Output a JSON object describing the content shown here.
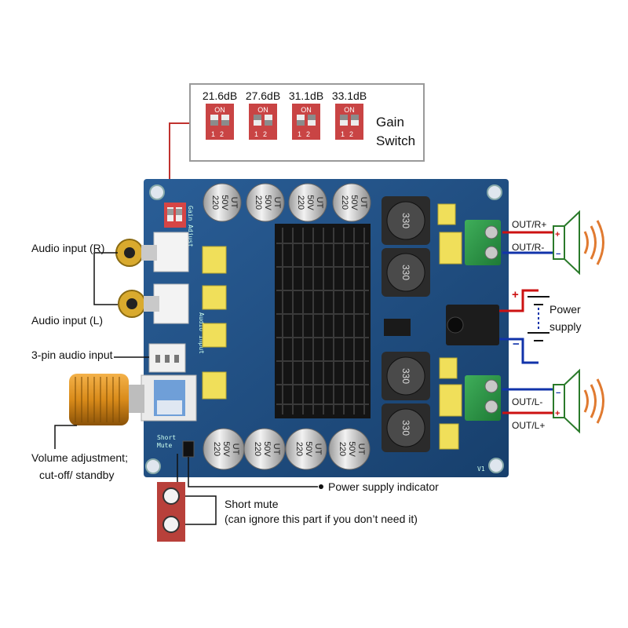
{
  "gain_switch": {
    "title_line1": "Gain",
    "title_line2": "Switch",
    "settings": [
      {
        "label": "21.6dB",
        "on": "ON",
        "nums": "12",
        "sw1_up": false,
        "sw2_up": false
      },
      {
        "label": "27.6dB",
        "on": "ON",
        "nums": "12",
        "sw1_up": true,
        "sw2_up": false
      },
      {
        "label": "31.1dB",
        "on": "ON",
        "nums": "12",
        "sw1_up": false,
        "sw2_up": true
      },
      {
        "label": "33.1dB",
        "on": "ON",
        "nums": "12",
        "sw1_up": true,
        "sw2_up": true
      }
    ]
  },
  "labels": {
    "audio_input_r": "Audio input (R)",
    "audio_input_l": "Audio input (L)",
    "three_pin": "3-pin audio input",
    "volume_line1": "Volume adjustment;",
    "volume_line2": "cut-off/ standby",
    "power_indicator": "Power supply indicator",
    "short_mute_line1": "Short mute",
    "short_mute_line2": "(can ignore this part if you don’t need it)",
    "power_supply_line1": "Power",
    "power_supply_line2": "supply",
    "out_r_plus": "OUT/R+",
    "out_r_minus": "OUT/R-",
    "out_l_minus": "OUT/L-",
    "out_l_plus": "OUT/L+",
    "plus_sign": "+",
    "minus_sign": "−"
  },
  "board": {
    "cap_text": [
      "220",
      "50V",
      "UT"
    ],
    "inductor_text": "330",
    "pcb_gain_text": "Gain Adjust",
    "pcb_audio_text": "Audio input",
    "pcb_short_mute": [
      "Short",
      "Mute"
    ],
    "pcb_v1": "V1",
    "pcb_dip_on": "ON",
    "pcb_dip_nums": "1 2"
  },
  "colors": {
    "pcb": "#1f4d80",
    "heatsink": "#1b1b1b",
    "knob": "#d98b1a",
    "dip_red": "#c94444",
    "out_red": "#cc1111",
    "out_blue": "#1133aa",
    "speaker_green": "#2a7a2a",
    "wave_orange": "#e07a30"
  }
}
